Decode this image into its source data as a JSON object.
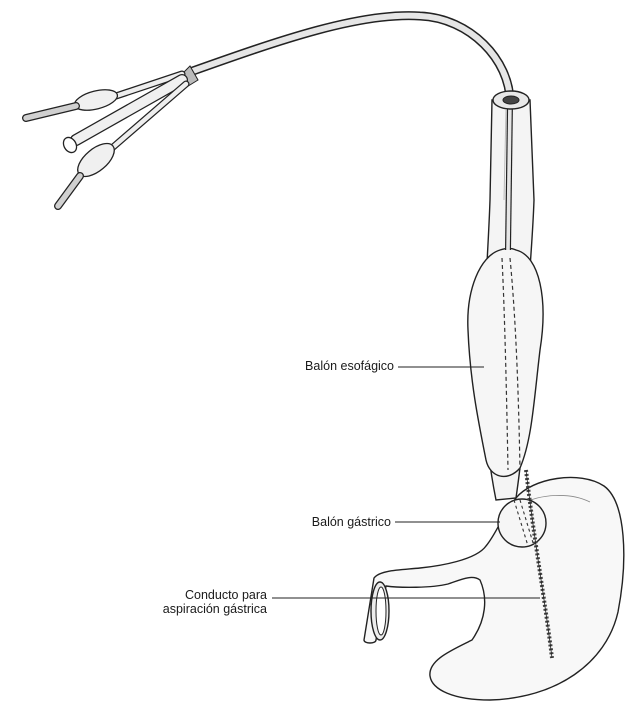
{
  "labels": {
    "esophageal_balloon": "Balón esofágico",
    "gastric_balloon": "Balón gástrico",
    "aspiration_line1": "Conducto para",
    "aspiration_line2": "aspiración gástrica"
  }
}
